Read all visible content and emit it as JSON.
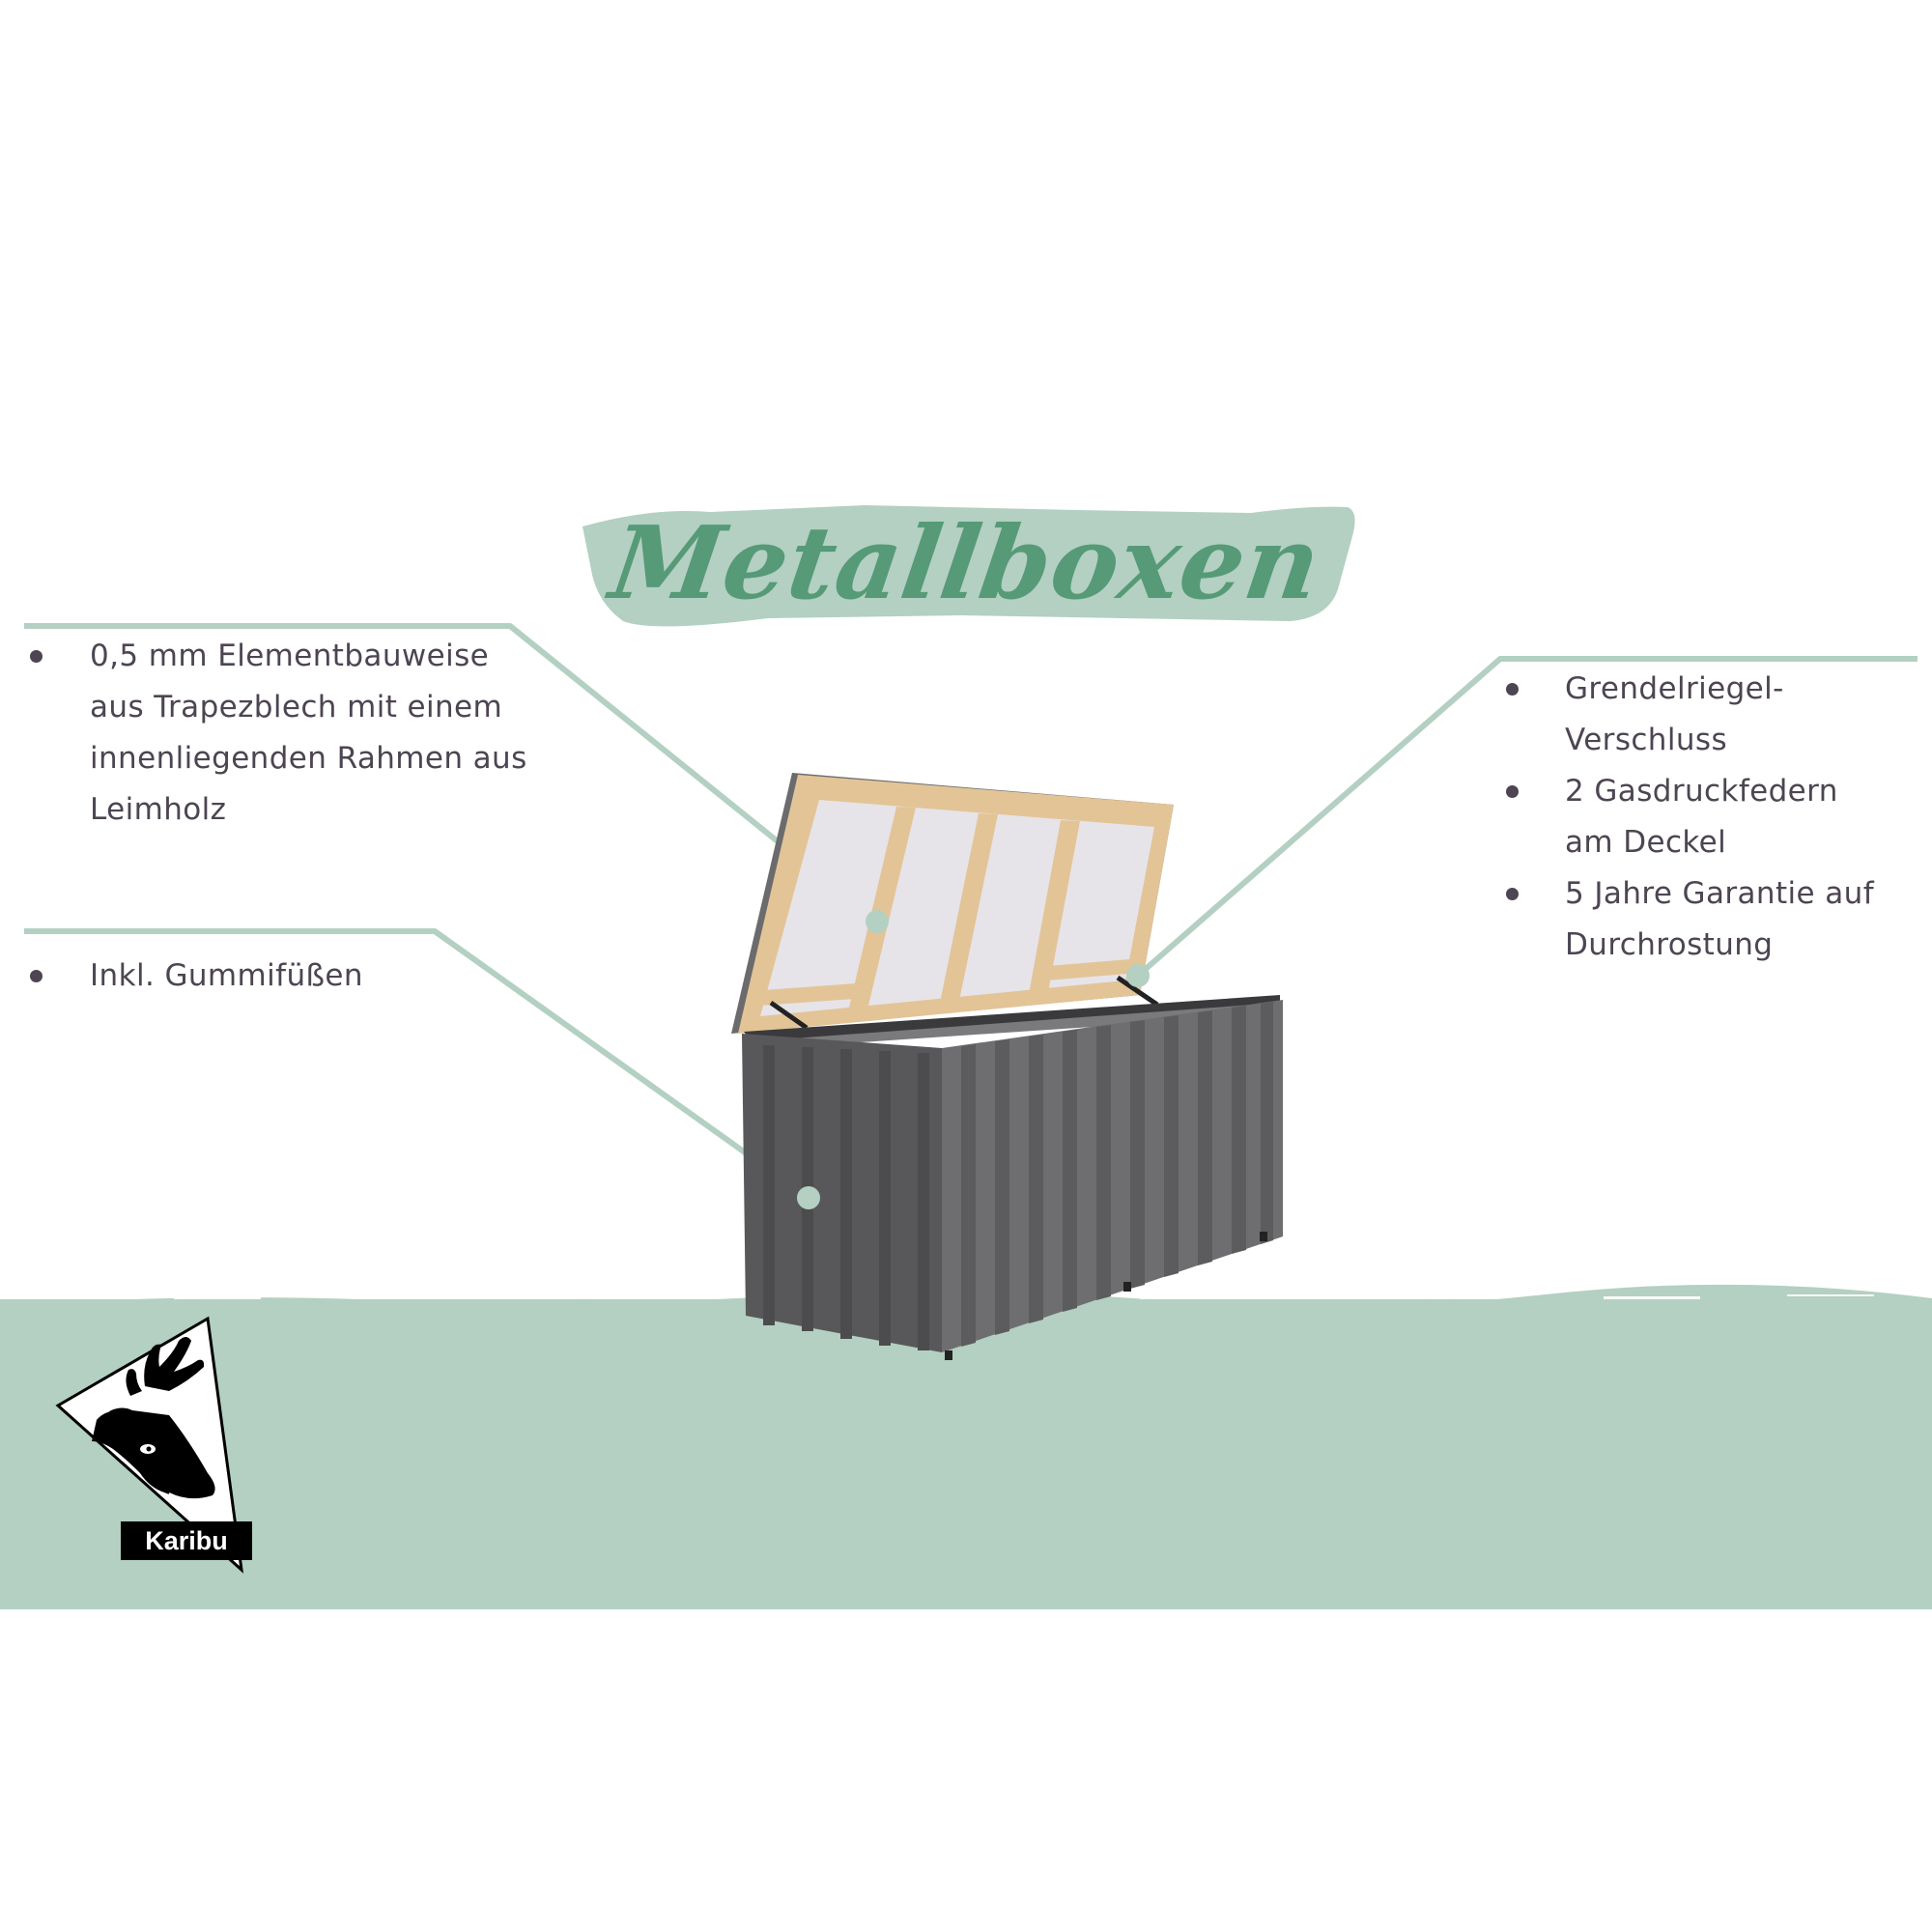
{
  "title": "Metallboxen",
  "colors": {
    "accent_green": "#b3d0c2",
    "title_green": "#569a78",
    "text": "#4d4552",
    "box_grey": "#5a5a5c",
    "wood": "#e3c497"
  },
  "callouts": {
    "left_top": {
      "lines": [
        "0,5 mm Elementbauweise",
        "aus Trapezblech mit einem",
        "innenliegenden Rahmen aus",
        "Leimholz"
      ]
    },
    "left_bottom": {
      "lines": [
        "Inkl. Gummifüßen"
      ]
    },
    "right": {
      "items": [
        {
          "lines": [
            "Grendelriegel-Verschluss"
          ]
        },
        {
          "lines": [
            "2 Gasdruckfedern",
            "am Deckel"
          ]
        },
        {
          "lines": [
            "5 Jahre Garantie auf",
            "Durchrostung"
          ]
        }
      ]
    }
  },
  "product_image": {
    "icon": "metal-storage-box-open-lid"
  },
  "logo": {
    "brand": "Karibu",
    "icon": "reindeer-head-icon"
  }
}
